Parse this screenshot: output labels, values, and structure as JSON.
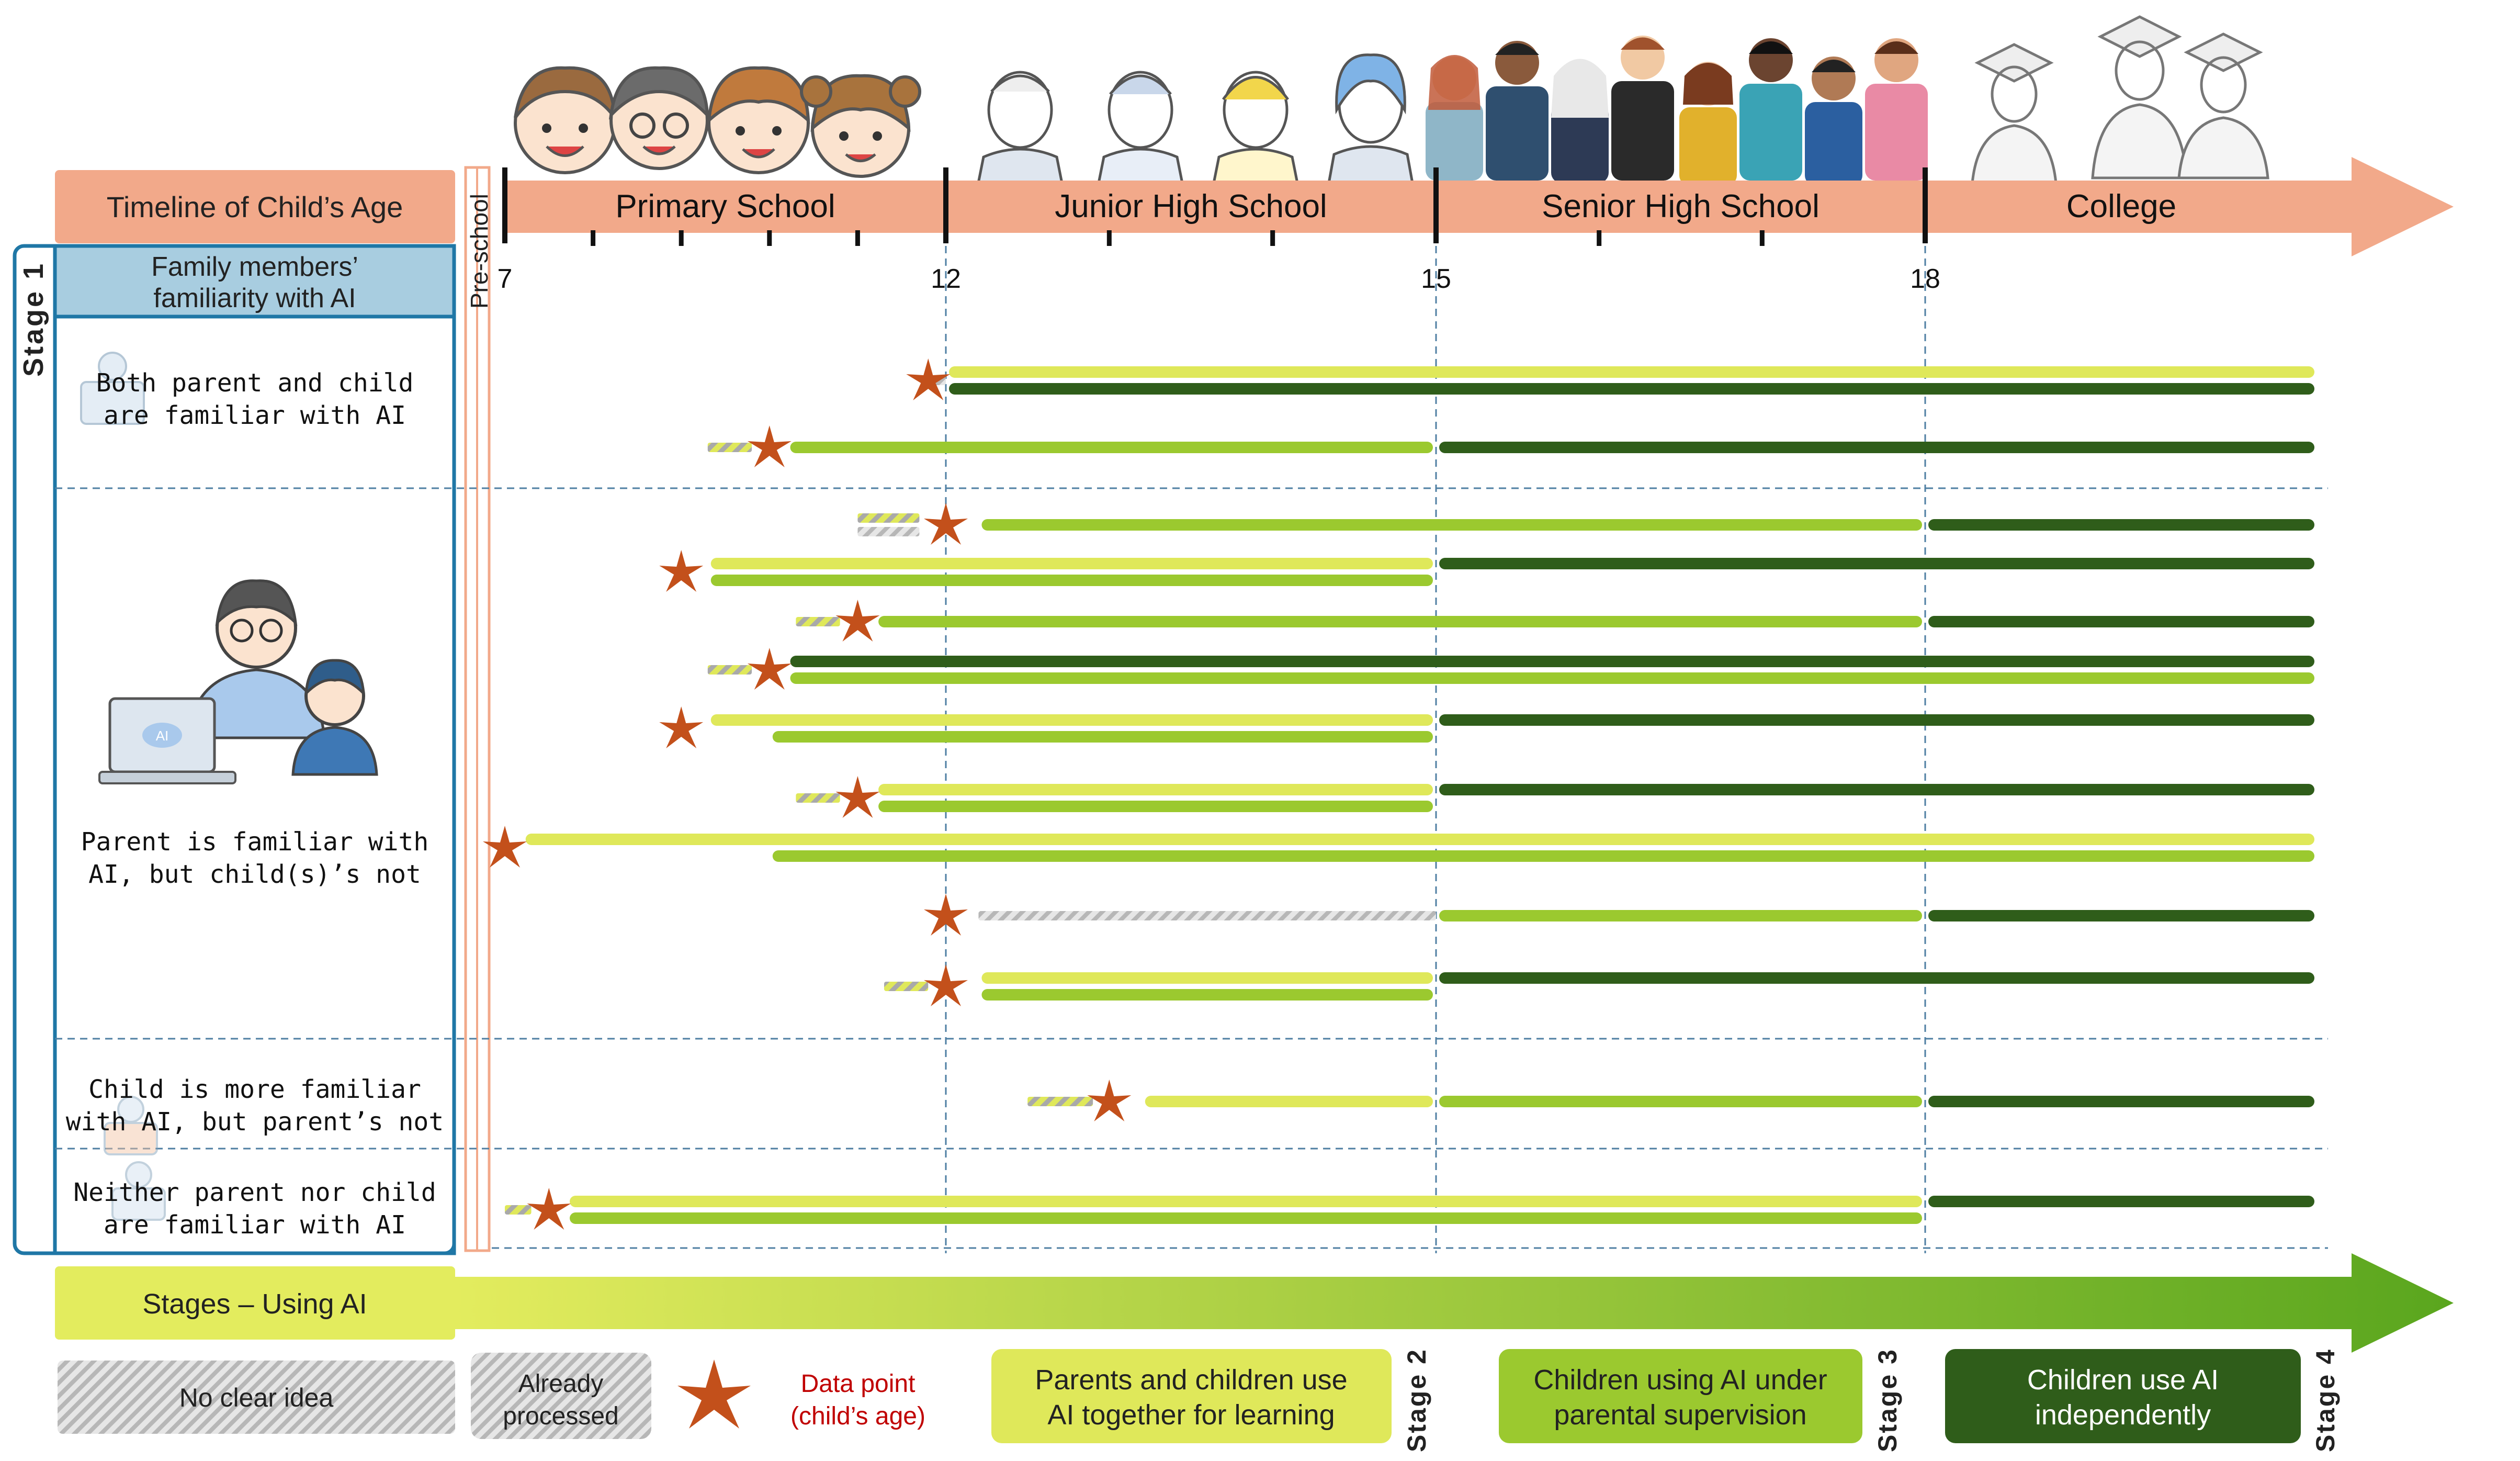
{
  "colors": {
    "salmon": "#f2a98a",
    "blueBorder": "#1f77a6",
    "headerFill": "#a8cde0",
    "lightGreen": "#dfe85a",
    "midGreen": "#9bc92f",
    "darkGreen": "#2f5d1a",
    "star": "#c3501b",
    "stageArrowStart": "#e3ec5e",
    "stageArrowEnd": "#5aa61e",
    "legendTextRed": "#c00000"
  },
  "timeline": {
    "label": "Timeline of Child’s Age",
    "preschool": "Pre-school",
    "segments": [
      "Primary School",
      "Junior High School",
      "Senior High School",
      "College"
    ],
    "ages": [
      "7",
      "12",
      "15",
      "18"
    ]
  },
  "stage1": {
    "label": "Stage 1",
    "header": [
      "Family members’",
      "familiarity with AI"
    ]
  },
  "categories": [
    {
      "id": "both",
      "lines": [
        "Both parent and child",
        "are familiar with AI"
      ]
    },
    {
      "id": "parent",
      "lines": [
        "Parent is familiar with",
        "AI, but child(s)’s not"
      ]
    },
    {
      "id": "child",
      "lines": [
        "Child is more familiar",
        "with AI, but parent’s not"
      ]
    },
    {
      "id": "neither",
      "lines": [
        "Neither parent nor child",
        "are familiar with AI"
      ]
    }
  ],
  "stages_bar": {
    "label": "Stages – Using AI"
  },
  "legend": {
    "noClear": "No clear idea",
    "processed": [
      "Already",
      "processed"
    ],
    "dataPoint": [
      "Data point",
      "(child’s age)"
    ],
    "stage2box": [
      "Parents and children use",
      "AI together for learning"
    ],
    "stage2tag": "Stage 2",
    "stage3box": [
      "Children using AI under",
      "parental supervision"
    ],
    "stage3tag": "Stage 3",
    "stage4box": [
      "Children use AI",
      "independently"
    ],
    "stage4tag": "Stage 4"
  },
  "chart_data": {
    "type": "timeline",
    "x_axis_ticks": [
      7,
      12,
      15,
      18
    ],
    "cases": [
      {
        "group": "both",
        "data_point_age": 11.8,
        "bars": [
          {
            "kind": "processed",
            "from": 11.8,
            "to": 12
          },
          {
            "kind": "stage2",
            "from": 12,
            "to": 22
          },
          {
            "kind": "stage4",
            "from": 12,
            "to": 22
          }
        ]
      },
      {
        "group": "both",
        "data_point_age": 10.0,
        "bars": [
          {
            "kind": "noclear",
            "from": 9.3,
            "to": 9.8
          },
          {
            "kind": "stage3",
            "from": 10.2,
            "to": 15
          },
          {
            "kind": "stage4",
            "from": 15,
            "to": 22
          }
        ]
      },
      {
        "group": "parent",
        "data_point_age": 12.0,
        "bars": [
          {
            "kind": "noclear",
            "from": 11.0,
            "to": 11.7
          },
          {
            "kind": "processed",
            "from": 11.0,
            "to": 11.7
          },
          {
            "kind": "stage3",
            "from": 12.2,
            "to": 18
          },
          {
            "kind": "stage4",
            "from": 18,
            "to": 22
          }
        ]
      },
      {
        "group": "parent",
        "data_point_age": 9.0,
        "bars": [
          {
            "kind": "stage2",
            "from": 9.3,
            "to": 15
          },
          {
            "kind": "stage3",
            "from": 9.3,
            "to": 15
          },
          {
            "kind": "stage4",
            "from": 15,
            "to": 22
          }
        ]
      },
      {
        "group": "parent",
        "data_point_age": 11.0,
        "bars": [
          {
            "kind": "noclear",
            "from": 10.3,
            "to": 10.8
          },
          {
            "kind": "stage3",
            "from": 11.2,
            "to": 18
          },
          {
            "kind": "stage4",
            "from": 18,
            "to": 22
          }
        ]
      },
      {
        "group": "parent",
        "data_point_age": 10.0,
        "bars": [
          {
            "kind": "noclear",
            "from": 9.3,
            "to": 9.8
          },
          {
            "kind": "stage4",
            "from": 10.2,
            "to": 22
          },
          {
            "kind": "stage3",
            "from": 10.2,
            "to": 22
          }
        ]
      },
      {
        "group": "parent",
        "data_point_age": 9.0,
        "bars": [
          {
            "kind": "stage2",
            "from": 9.3,
            "to": 15
          },
          {
            "kind": "stage3",
            "from": 10.0,
            "to": 15
          },
          {
            "kind": "stage4",
            "from": 15,
            "to": 22
          }
        ]
      },
      {
        "group": "parent",
        "data_point_age": 11.0,
        "bars": [
          {
            "kind": "noclear",
            "from": 10.3,
            "to": 10.8
          },
          {
            "kind": "stage2",
            "from": 11.2,
            "to": 15
          },
          {
            "kind": "stage3",
            "from": 11.2,
            "to": 15
          },
          {
            "kind": "stage4",
            "from": 15,
            "to": 22
          }
        ]
      },
      {
        "group": "parent",
        "data_point_age": 7.0,
        "bars": [
          {
            "kind": "stage2",
            "from": 7.2,
            "to": 22
          },
          {
            "kind": "stage3",
            "from": 10.0,
            "to": 22
          }
        ]
      },
      {
        "group": "parent",
        "data_point_age": 12.0,
        "bars": [
          {
            "kind": "processed",
            "from": 12.2,
            "to": 15
          },
          {
            "kind": "stage3",
            "from": 15,
            "to": 18
          },
          {
            "kind": "stage4",
            "from": 18,
            "to": 22
          }
        ]
      },
      {
        "group": "parent",
        "data_point_age": 12.0,
        "bars": [
          {
            "kind": "noclear",
            "from": 11.3,
            "to": 11.8
          },
          {
            "kind": "stage2",
            "from": 12.2,
            "to": 15
          },
          {
            "kind": "stage3",
            "from": 12.2,
            "to": 15
          },
          {
            "kind": "stage4",
            "from": 15,
            "to": 22
          }
        ]
      },
      {
        "group": "child",
        "data_point_age": 13.0,
        "bars": [
          {
            "kind": "noclear",
            "from": 12.5,
            "to": 12.9
          },
          {
            "kind": "stage2",
            "from": 13.2,
            "to": 15
          },
          {
            "kind": "stage3",
            "from": 15,
            "to": 18
          },
          {
            "kind": "stage4",
            "from": 18,
            "to": 22
          }
        ]
      },
      {
        "group": "neither",
        "data_point_age": 7.5,
        "bars": [
          {
            "kind": "noclear",
            "from": 7.0,
            "to": 7.3
          },
          {
            "kind": "stage2",
            "from": 7.7,
            "to": 18
          },
          {
            "kind": "stage3",
            "from": 7.7,
            "to": 18
          },
          {
            "kind": "stage4",
            "from": 18,
            "to": 22
          }
        ]
      }
    ]
  }
}
